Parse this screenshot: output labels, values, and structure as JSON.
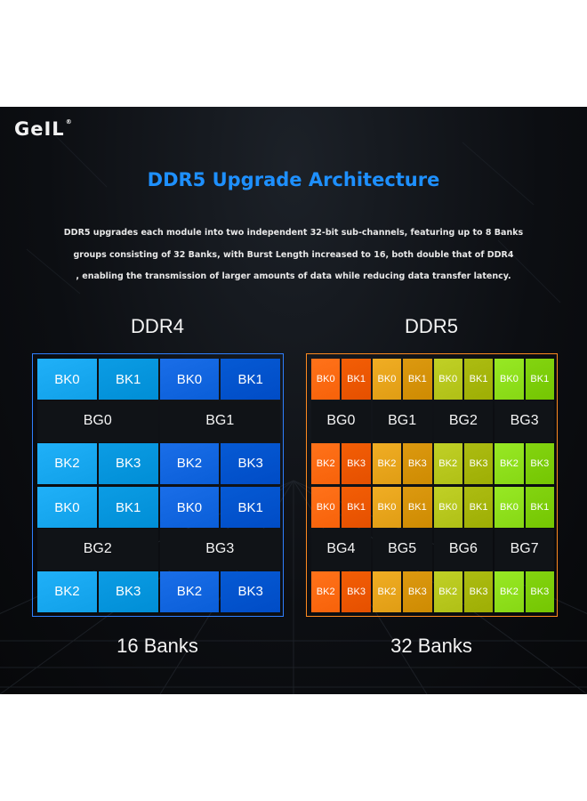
{
  "brand": {
    "name": "GeIL",
    "mark": "®"
  },
  "title": "DDR5 Upgrade Architecture",
  "description": [
    "DDR5 upgrades each module into two independent 32-bit sub-channels, featuring up to 8 Banks",
    "groups consisting of 32 Banks, with Burst Length increased to 16, both double that of DDR4",
    ", enabling the transmission of larger amounts of data while reducing data transfer latency."
  ],
  "ddr4": {
    "label": "DDR4",
    "caption": "16 Banks",
    "border_color": "#2f7fff",
    "group_colors": [
      "#18a8f0",
      "#1266e0"
    ],
    "bank_labels": [
      "BK0",
      "BK1",
      "BK2",
      "BK3"
    ],
    "bank_groups": [
      "BG0",
      "BG1",
      "BG2",
      "BG3"
    ]
  },
  "ddr5": {
    "label": "DDR5",
    "caption": "32 Banks",
    "border_color": "#ff8a1f",
    "group_colors": [
      "#ff6a12",
      "#e8a51c",
      "#b8c81e",
      "#8fe01c"
    ],
    "bank_labels": [
      "BK0",
      "BK1",
      "BK2",
      "BK3"
    ],
    "bank_groups": [
      "BG0",
      "BG1",
      "BG2",
      "BG3",
      "BG4",
      "BG5",
      "BG6",
      "BG7"
    ]
  }
}
